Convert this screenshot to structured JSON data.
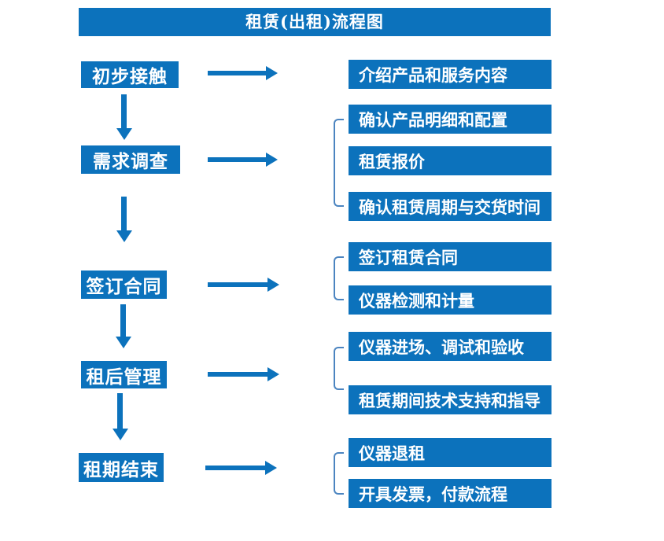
{
  "title": "租赁(出租)流程图",
  "colors": {
    "primary": "#0C72BC",
    "bracket": "#4B84C0",
    "text_on_primary": "#FFFFFF",
    "background": "#FFFFFF"
  },
  "steps": [
    {
      "label": "初步接触",
      "outputs": [
        "介绍产品和服务内容"
      ]
    },
    {
      "label": "需求调查",
      "outputs": [
        "确认产品明细和配置",
        "租赁报价",
        "确认租赁周期与交货时间"
      ]
    },
    {
      "label": "签订合同",
      "outputs": [
        "签订租赁合同",
        "仪器检测和计量"
      ]
    },
    {
      "label": "租后管理",
      "outputs": [
        "仪器进场、调试和验收",
        "租赁期间技术支持和指导"
      ]
    },
    {
      "label": "租期结束",
      "outputs": [
        "仪器退租",
        "开具发票，付款流程"
      ]
    }
  ]
}
